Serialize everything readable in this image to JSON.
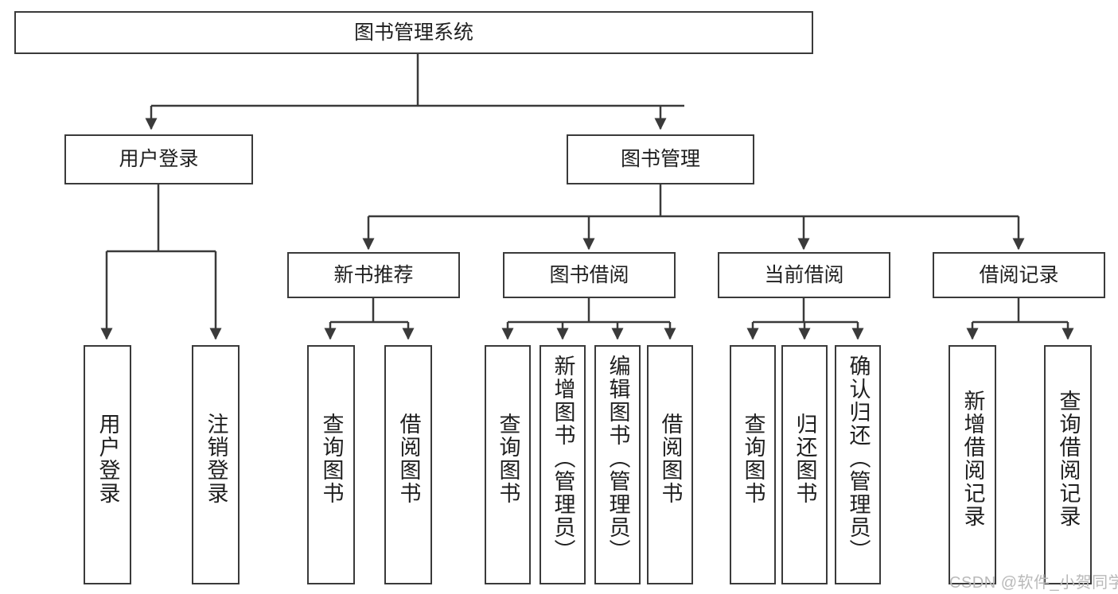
{
  "diagram": {
    "title": "图书管理系统",
    "type": "tree",
    "watermark": "CSDN @软件_小贺同学",
    "colors": {
      "stroke": "#3a3a3a",
      "fill": "#ffffff",
      "text": "#1f1f1f",
      "watermark": "#b9b9b9"
    },
    "root": {
      "label": "图书管理系统"
    },
    "level2": [
      {
        "label": "用户登录"
      },
      {
        "label": "图书管理"
      }
    ],
    "level3": [
      {
        "label": "新书推荐"
      },
      {
        "label": "图书借阅"
      },
      {
        "label": "当前借阅"
      },
      {
        "label": "借阅记录"
      }
    ],
    "leaves": {
      "user_login": [
        {
          "label": "用户登录"
        },
        {
          "label": "注销登录"
        }
      ],
      "new_book_recommend": [
        {
          "label": "查询图书"
        },
        {
          "label": "借阅图书"
        }
      ],
      "book_borrow": [
        {
          "label": "查询图书"
        },
        {
          "label": "新增图书（管理员）"
        },
        {
          "label": "编辑图书（管理员）"
        },
        {
          "label": "借阅图书"
        }
      ],
      "current_borrow": [
        {
          "label": "查询图书"
        },
        {
          "label": "归还图书"
        },
        {
          "label": "确认归还（管理员）"
        }
      ],
      "borrow_record": [
        {
          "label": "新增借阅记录"
        },
        {
          "label": "查询借阅记录"
        }
      ]
    }
  }
}
